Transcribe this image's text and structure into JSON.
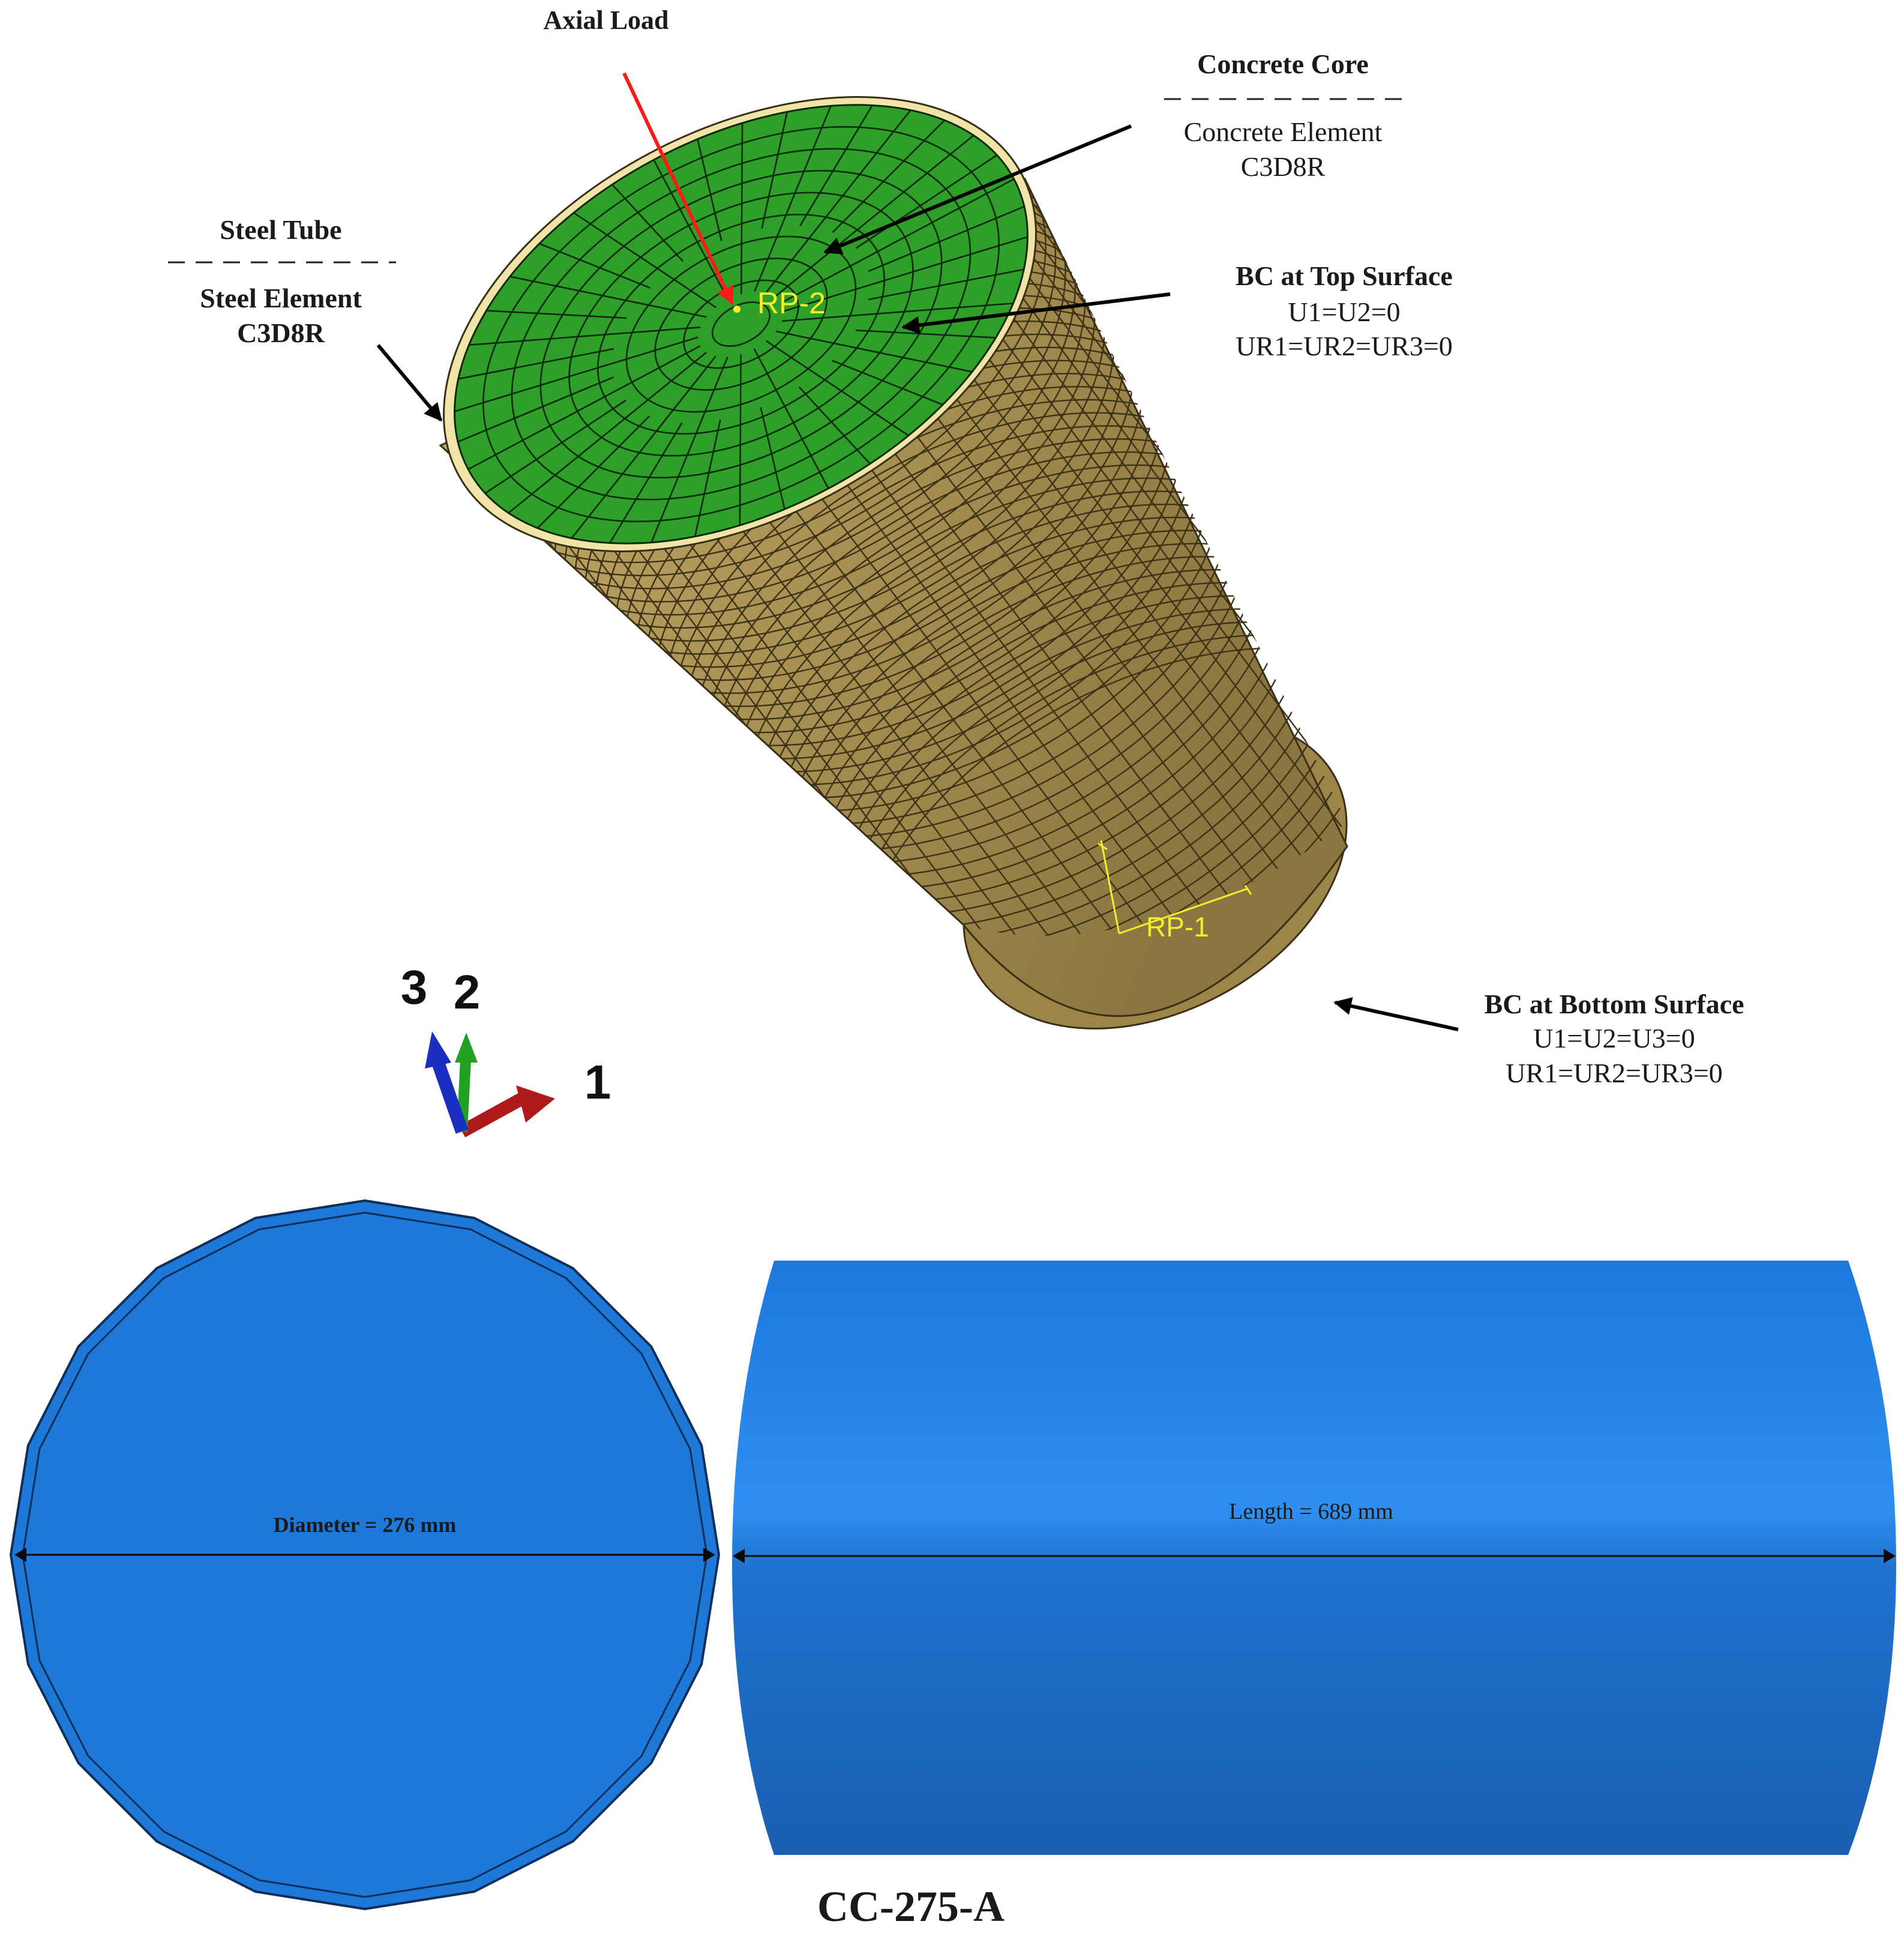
{
  "labels": {
    "axial_load": "Axial Load",
    "concrete_core": "Concrete Core",
    "concrete_element": "Concrete Element",
    "concrete_element_type": "C3D8R",
    "steel_tube": "Steel Tube",
    "steel_element": "Steel Element",
    "steel_element_type": "C3D8R",
    "bc_top_title": "BC at Top Surface",
    "bc_top_line1": "U1=U2=0",
    "bc_top_line2": "UR1=UR2=UR3=0",
    "bc_bottom_title": "BC at Bottom Surface",
    "bc_bottom_line1": "U1=U2=U3=0",
    "bc_bottom_line2": "UR1=UR2=UR3=0",
    "rp_top": "RP-2",
    "rp_bottom": "RP-1",
    "diameter": "Diameter = 276 mm",
    "length": "Length = 689 mm",
    "specimen": "CC-275-A"
  },
  "triad": {
    "axis_1": "1",
    "axis_2": "2",
    "axis_3": "3"
  },
  "colors": {
    "concrete": "#2ea02a",
    "steel": "#a89152",
    "steel_rim": "#f0e4a8",
    "view_blue": "#1e78d8",
    "load_arrow": "#ff1a1a",
    "rp": "#f2ee2a"
  }
}
